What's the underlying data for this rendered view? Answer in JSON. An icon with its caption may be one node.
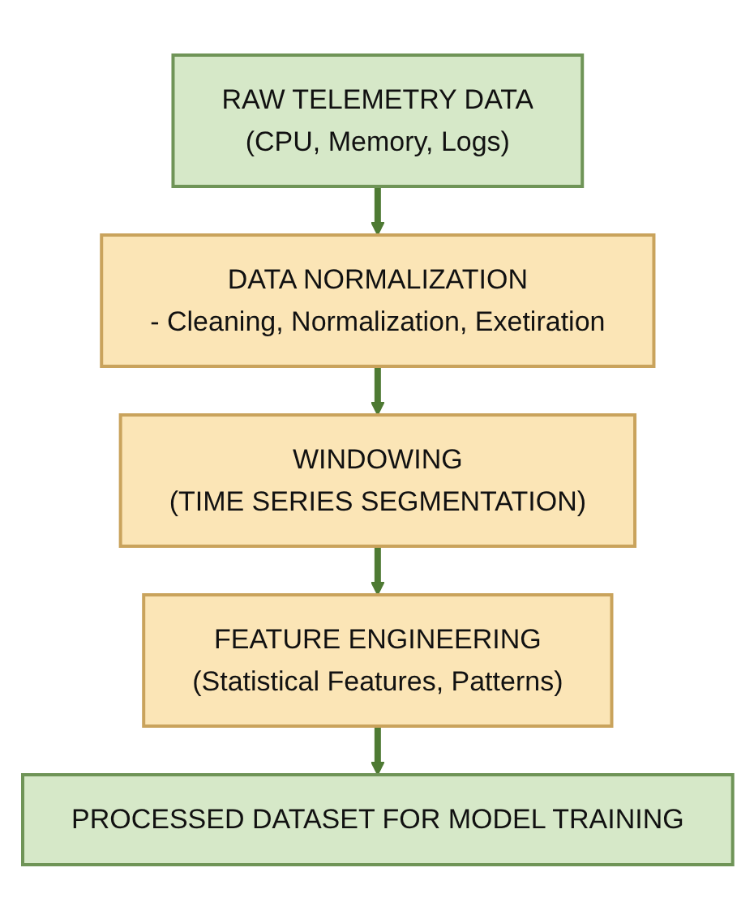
{
  "diagram": {
    "nodes": [
      {
        "text": [
          "RAW TELEMETRY DATA",
          "(CPU, Memory, Logs)"
        ]
      },
      {
        "text": [
          "DATA NORMALIZATION",
          "- Cleaning, Normalization, Exetiration"
        ]
      },
      {
        "text": [
          "WINDOWING",
          "(TIME SERIES SEGMENTATION)"
        ]
      },
      {
        "text": [
          "FEATURE ENGINEERING",
          "(Statistical Features, Patterns)"
        ]
      },
      {
        "text": [
          "PROCESSED DATASET FOR MODEL TRAINING"
        ]
      }
    ],
    "edges": [
      {
        "from": 0,
        "to": 1,
        "arrow": "to"
      },
      {
        "from": 1,
        "to": 2,
        "arrow": "to"
      },
      {
        "from": 2,
        "to": 3,
        "arrow": "to"
      },
      {
        "from": 3,
        "to": 4,
        "arrow": "to"
      }
    ]
  }
}
